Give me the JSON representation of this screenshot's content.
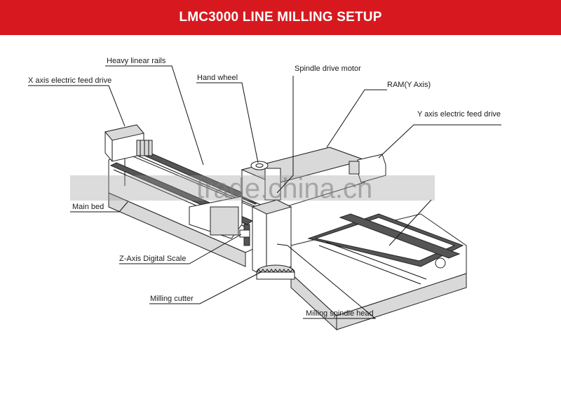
{
  "header": {
    "title": "LMC3000 LINE MILLING SETUP",
    "bg_color": "#d7191f"
  },
  "labels": {
    "heavy_linear_rails": "Heavy linear rails",
    "x_axis_feed_drive": "X axis electric feed drive",
    "hand_wheel": "Hand wheel",
    "spindle_drive_motor": "Spindle drive motor",
    "ram_y_axis": "RAM(Y Axis)",
    "y_axis_feed_drive": "Y axis electric feed drive",
    "main_bed": "Main bed",
    "z_axis_digital_scale": "Z-Axis Digital Scale",
    "milling_cutter": "Milling cutter",
    "milling_spindle_head": "Milling spindle head"
  },
  "watermark": "trade.china.cn"
}
